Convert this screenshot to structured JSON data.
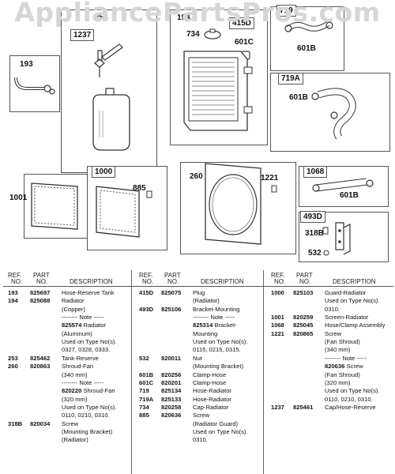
{
  "watermark": "AppliancePartsPros.com",
  "diagram_labels": {
    "l253": "253",
    "l1237": "1237",
    "l193": "193",
    "l194": "194",
    "l734": "734",
    "l415D": "415D",
    "l601C": "601C",
    "l719": "719",
    "l601B_a": "601B",
    "l719A": "719A",
    "l601B_b": "601B",
    "l1000": "1000",
    "l1001": "1001",
    "l885": "885",
    "l260": "260",
    "l1221": "1221",
    "l1068": "1068",
    "l601B_c": "601B",
    "l493D": "493D",
    "l318B": "318B",
    "l532": "532"
  },
  "headers": {
    "ref_line1": "REF.",
    "ref_line2": "NO.",
    "part_line1": "PART",
    "part_line2": "NO.",
    "description": "DESCRIPTION"
  },
  "columns": [
    {
      "rows": [
        {
          "ref": "193",
          "part": "825697",
          "desc": "Hose-Reserve Tank"
        },
        {
          "ref": "194",
          "part": "825088",
          "desc": "Radiator"
        },
        {
          "ref": "",
          "part": "",
          "desc": "(Copper)"
        },
        {
          "ref": "",
          "part": "",
          "desc": "-------- Note -----"
        },
        {
          "ref": "",
          "part": "",
          "desc": "825574 Radiator",
          "bold_prefix": "825574"
        },
        {
          "ref": "",
          "part": "",
          "desc": "(Aluminum)"
        },
        {
          "ref": "",
          "part": "",
          "desc": "Used on Type No(s)."
        },
        {
          "ref": "",
          "part": "",
          "desc": "0327, 0328, 0333."
        },
        {
          "ref": "253",
          "part": "825462",
          "desc": "Tank-Reserve"
        },
        {
          "ref": "260",
          "part": "820863",
          "desc": "Shroud-Fan"
        },
        {
          "ref": "",
          "part": "",
          "desc": "(340 mm)"
        },
        {
          "ref": "",
          "part": "",
          "desc": "-------- Note -----"
        },
        {
          "ref": "",
          "part": "",
          "desc": "820220 Shroud-Fan",
          "bold_prefix": "820220"
        },
        {
          "ref": "",
          "part": "",
          "desc": "(320 mm)"
        },
        {
          "ref": "",
          "part": "",
          "desc": "Used on Type No(s)."
        },
        {
          "ref": "",
          "part": "",
          "desc": "0110, 0210, 0310."
        },
        {
          "ref": "318B",
          "part": "820034",
          "desc": "Screw"
        },
        {
          "ref": "",
          "part": "",
          "desc": "(Mounting Bracket)"
        },
        {
          "ref": "",
          "part": "",
          "desc": "(Radiator)"
        }
      ]
    },
    {
      "rows": [
        {
          "ref": "415D",
          "part": "825075",
          "desc": "Plug"
        },
        {
          "ref": "",
          "part": "",
          "desc": "(Radiator)"
        },
        {
          "ref": "493D",
          "part": "825106",
          "desc": "Bracket-Mounting"
        },
        {
          "ref": "",
          "part": "",
          "desc": "-------- Note -----"
        },
        {
          "ref": "",
          "part": "",
          "desc": "825314 Bracket-",
          "bold_prefix": "825314"
        },
        {
          "ref": "",
          "part": "",
          "desc": "Mounting"
        },
        {
          "ref": "",
          "part": "",
          "desc": "Used on Type No(s)."
        },
        {
          "ref": "",
          "part": "",
          "desc": "0115, 0215, 0315."
        },
        {
          "ref": "532",
          "part": "820011",
          "desc": "Nut"
        },
        {
          "ref": "",
          "part": "",
          "desc": "(Mounting Bracket)"
        },
        {
          "ref": "601B",
          "part": "820256",
          "desc": "Clamp-Hose"
        },
        {
          "ref": "601C",
          "part": "820201",
          "desc": "Clamp-Hose"
        },
        {
          "ref": "719",
          "part": "825134",
          "desc": "Hose-Radiator"
        },
        {
          "ref": "719A",
          "part": "825133",
          "desc": "Hose-Radiator"
        },
        {
          "ref": "734",
          "part": "820258",
          "desc": "Cap-Radiator"
        },
        {
          "ref": "885",
          "part": "820636",
          "desc": "Screw"
        },
        {
          "ref": "",
          "part": "",
          "desc": "(Radiator Guard)"
        },
        {
          "ref": "",
          "part": "",
          "desc": "Used on Type No(s)."
        },
        {
          "ref": "",
          "part": "",
          "desc": "0310."
        }
      ]
    },
    {
      "rows": [
        {
          "ref": "1000",
          "part": "825103",
          "desc": "Guard-Radiator"
        },
        {
          "ref": "",
          "part": "",
          "desc": "Used on Type No(s)."
        },
        {
          "ref": "",
          "part": "",
          "desc": "0310."
        },
        {
          "ref": "1001",
          "part": "820259",
          "desc": "Screen-Radiator"
        },
        {
          "ref": "1068",
          "part": "825045",
          "desc": "Hose/Clamp Assembly"
        },
        {
          "ref": "1221",
          "part": "820865",
          "desc": "Screw"
        },
        {
          "ref": "",
          "part": "",
          "desc": "(Fan Shroud)"
        },
        {
          "ref": "",
          "part": "",
          "desc": "(340 mm)"
        },
        {
          "ref": "",
          "part": "",
          "desc": "-------- Note -----"
        },
        {
          "ref": "",
          "part": "",
          "desc": "820636 Screw",
          "bold_prefix": "820636"
        },
        {
          "ref": "",
          "part": "",
          "desc": "(Fan Shroud)"
        },
        {
          "ref": "",
          "part": "",
          "desc": "(320 mm)"
        },
        {
          "ref": "",
          "part": "",
          "desc": "Used on Type No(s)."
        },
        {
          "ref": "",
          "part": "",
          "desc": "0110, 0210, 0310."
        },
        {
          "ref": "1237",
          "part": "825461",
          "desc": "Cap/Hose-Reserve"
        }
      ]
    }
  ]
}
